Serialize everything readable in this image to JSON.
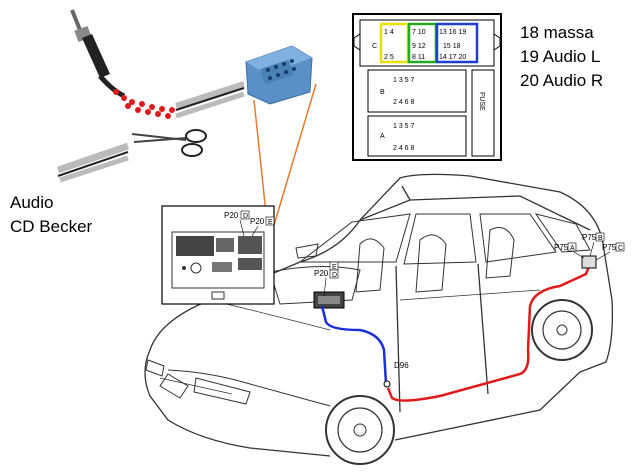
{
  "legend": {
    "line1": "18 massa",
    "line2": "19 Audio L",
    "line3": "20 Audio R"
  },
  "radio_label": {
    "line1": "Audio",
    "line2": "CD Becker"
  },
  "connector": {
    "fuse_label": "FUSE",
    "block_c_letter": "C",
    "block_b_letter": "B",
    "block_a_letter": "A",
    "yellow_pins_top": "1  4",
    "yellow_pins_bottom": "2  5",
    "green_pins_top": "7 10",
    "green_pins_mid": "9 12",
    "green_pins_bottom": "8 11",
    "blue_pins_top": "13 16 19",
    "blue_pins_mid": "15 18",
    "blue_pins_bottom": "14 17 20",
    "row_top": "1  3     5  7",
    "row_bottom": "2  4     6  8",
    "colors": {
      "yellow": "#e8e000",
      "green": "#22aa22",
      "blue": "#1f3fd0"
    }
  },
  "inset": {
    "label_p20d": "P20",
    "label_p20e": "P20",
    "badge_d": "D",
    "badge_e": "E"
  },
  "car_labels": {
    "p20_label": "P20",
    "p20_badge_e": "E",
    "p20_badge_d": "D",
    "d96": "D96",
    "p75b": "P75",
    "p75b_badge": "B",
    "p75a": "P75",
    "p75a_badge": "A",
    "p75c": "P75",
    "p75c_badge": "C"
  },
  "wire_colors": {
    "blue": "#1a2fd8",
    "red": "#e01a1a",
    "orange": "#e87a30",
    "plug": "#5a8fc8"
  }
}
